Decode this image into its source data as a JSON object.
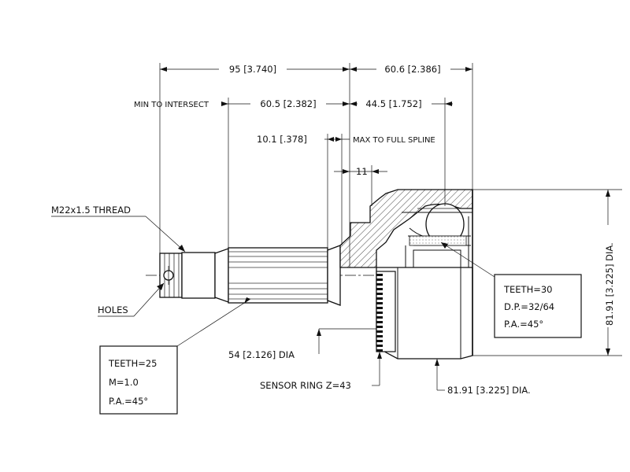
{
  "dimensions": {
    "overall_left": "95 [3.740]",
    "overall_right": "60.6 [2.386]",
    "min_to_intersect_label": "MIN TO INTERSECT",
    "min_to_intersect": "60.5 [2.382]",
    "right_inner": "44.5 [1.752]",
    "to_full_spline": "10.1 [.378]",
    "max_to_full_spline": "MAX TO FULL SPLINE",
    "eleven": "11",
    "shaft_dia": "54 [2.126] DIA",
    "outer_dia_vertical": "81.91 [3.225] DIA.",
    "outer_dia_bottom": "81.91 [3.225] DIA."
  },
  "labels": {
    "thread": "M22x1.5 THREAD",
    "holes": "HOLES",
    "sensor_ring": "SENSOR RING Z=43"
  },
  "spec_left": {
    "teeth": "TEETH=25",
    "module": "M=1.0",
    "pa": "P.A.=45°"
  },
  "spec_right": {
    "teeth": "TEETH=30",
    "dp": "D.P.=32/64",
    "pa": "P.A.=45°"
  }
}
